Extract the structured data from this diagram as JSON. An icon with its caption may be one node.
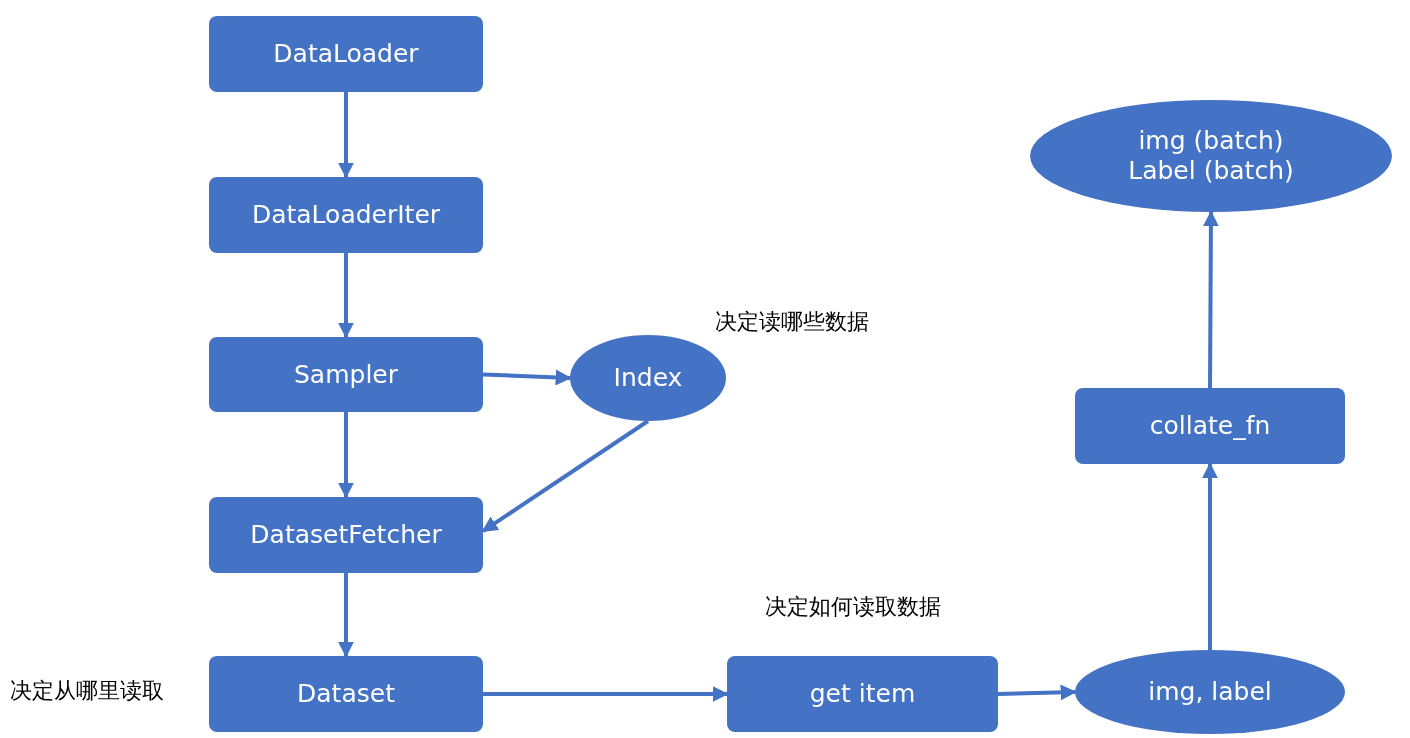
{
  "diagram": {
    "nodes": [
      {
        "text": [
          "DataLoader"
        ]
      },
      {
        "text": [
          "img (batch) Label (batch)"
        ]
      },
      {
        "text": [
          "DataLoaderIter"
        ]
      },
      {
        "text": [
          "Sampler"
        ]
      },
      {
        "text": [
          "Index"
        ],
        "beside": [
          "决定读哪些数据"
        ]
      },
      {
        "text": [
          "collate_fn"
        ]
      },
      {
        "text": [
          "DatasetFetcher"
        ]
      },
      {
        "text": [
          "Dataset"
        ],
        "beside": [
          "决定从哪里读取"
        ]
      },
      {
        "text": [
          "get item"
        ],
        "beside": [
          "决定如何读取数据"
        ]
      },
      {
        "text": [
          "img, label"
        ]
      }
    ],
    "edges": [
      {
        "from": 0,
        "to": 2,
        "arrow": "to"
      },
      {
        "from": 2,
        "to": 3,
        "arrow": "to"
      },
      {
        "from": 3,
        "to": 4,
        "arrow": "to"
      },
      {
        "from": 3,
        "to": 6,
        "arrow": "to"
      },
      {
        "from": 4,
        "to": 6,
        "arrow": "to"
      },
      {
        "from": 6,
        "to": 7,
        "arrow": "to"
      },
      {
        "from": 7,
        "to": 8,
        "arrow": "to"
      },
      {
        "from": 8,
        "to": 9,
        "arrow": "to"
      },
      {
        "from": 9,
        "to": 5,
        "arrow": "to"
      },
      {
        "from": 5,
        "to": 1,
        "arrow": "to"
      }
    ]
  }
}
